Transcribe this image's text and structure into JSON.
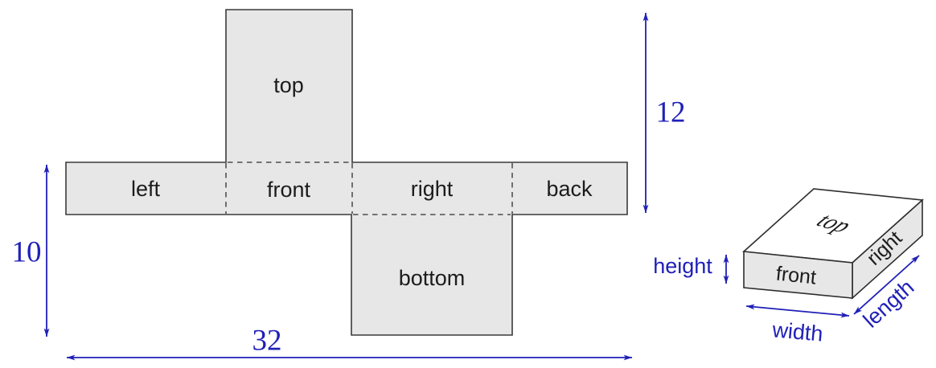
{
  "net": {
    "face_labels": {
      "top": "top",
      "left": "left",
      "front": "front",
      "right": "right",
      "back": "back",
      "bottom": "bottom"
    }
  },
  "dimensions": {
    "vertical_right": "12",
    "vertical_left": "10",
    "horizontal_bottom": "32"
  },
  "box3d": {
    "face_labels": {
      "top": "top",
      "front": "front",
      "right": "right"
    },
    "dimension_labels": {
      "height": "height",
      "width": "width",
      "length": "length"
    }
  },
  "colors": {
    "accent_blue": "#2020b8",
    "face_fill": "#e7e7e7",
    "top_face_fill": "#ffffff",
    "edge": "#3a3a3a",
    "text": "#1c1c1c"
  }
}
